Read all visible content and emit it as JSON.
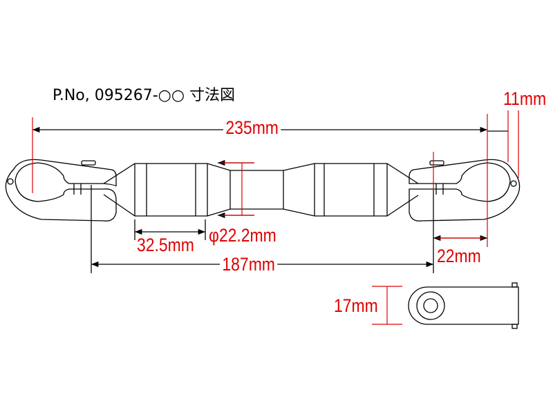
{
  "title": "P.No, 095267-○○ 寸法図",
  "dimensions": {
    "overall_length": "235mm",
    "clamp_width": "11mm",
    "bar_diameter": "φ22.2mm",
    "weight_length": "32.5mm",
    "center_length": "187mm",
    "clamp_offset": "22mm",
    "clamp_height": "17mm"
  },
  "colors": {
    "dimension": "#e00000",
    "line": "#000000"
  }
}
